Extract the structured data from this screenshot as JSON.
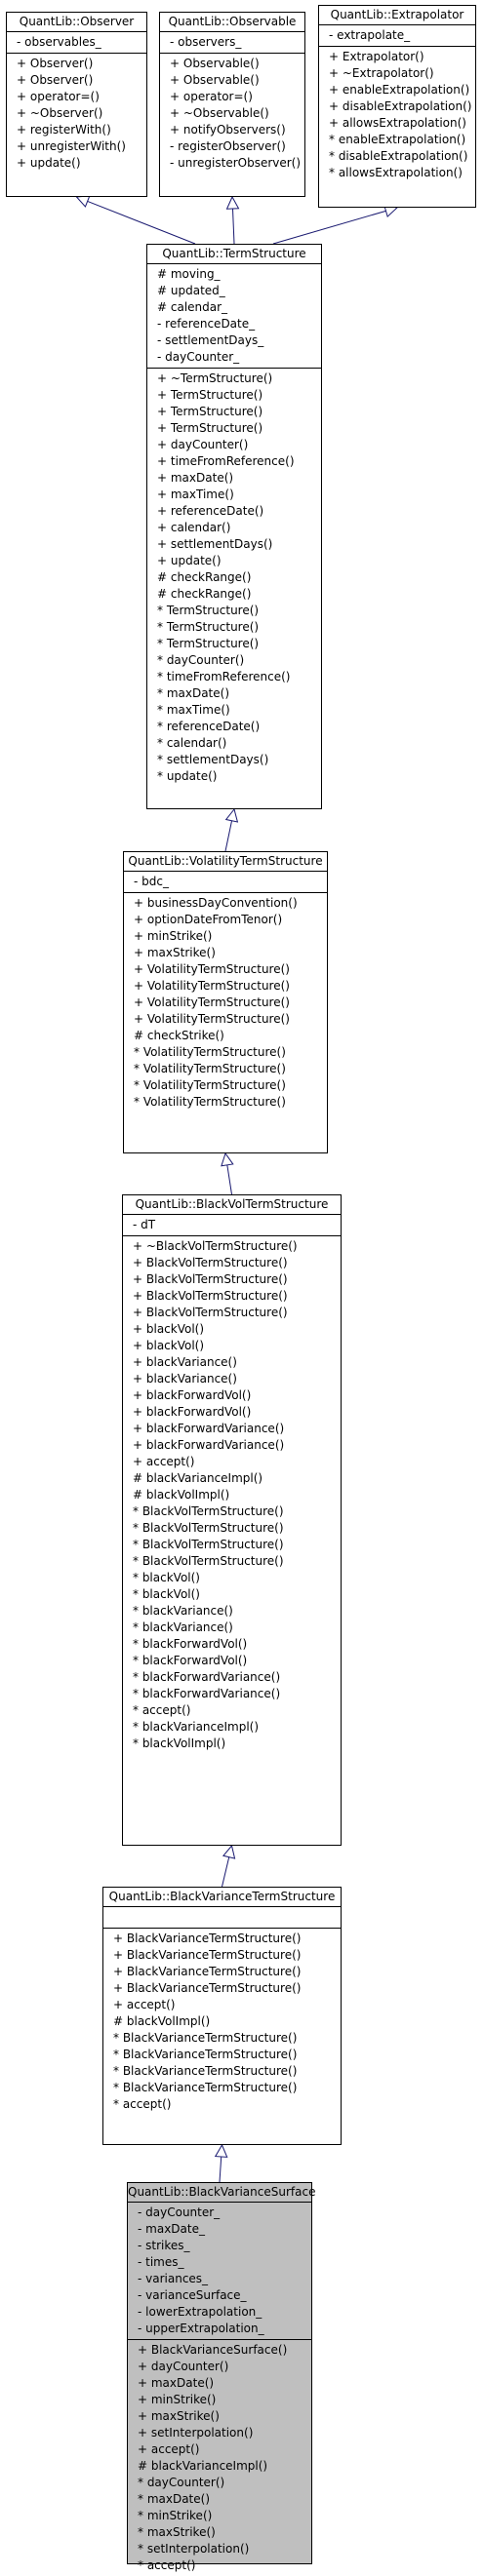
{
  "classes": [
    {
      "title": "QuantLib::Observer",
      "attributes": [
        "- observables_"
      ],
      "methods": [
        "+ Observer()",
        "+ Observer()",
        "+ operator=()",
        "+ ~Observer()",
        "+ registerWith()",
        "+ unregisterWith()",
        "+ update()"
      ]
    },
    {
      "title": "QuantLib::Observable",
      "attributes": [
        "- observers_"
      ],
      "methods": [
        "+ Observable()",
        "+ Observable()",
        "+ operator=()",
        "+ ~Observable()",
        "+ notifyObservers()",
        "- registerObserver()",
        "- unregisterObserver()"
      ]
    },
    {
      "title": "QuantLib::Extrapolator",
      "attributes": [
        "- extrapolate_"
      ],
      "methods": [
        "+ Extrapolator()",
        "+ ~Extrapolator()",
        "+ enableExtrapolation()",
        "+ disableExtrapolation()",
        "+ allowsExtrapolation()",
        "* enableExtrapolation()",
        "* disableExtrapolation()",
        "* allowsExtrapolation()"
      ]
    },
    {
      "title": "QuantLib::TermStructure",
      "attributes": [
        "# moving_",
        "# updated_",
        "# calendar_",
        "- referenceDate_",
        "- settlementDays_",
        "- dayCounter_"
      ],
      "methods": [
        "+ ~TermStructure()",
        "+ TermStructure()",
        "+ TermStructure()",
        "+ TermStructure()",
        "+ dayCounter()",
        "+ timeFromReference()",
        "+ maxDate()",
        "+ maxTime()",
        "+ referenceDate()",
        "+ calendar()",
        "+ settlementDays()",
        "+ update()",
        "# checkRange()",
        "# checkRange()",
        "* TermStructure()",
        "* TermStructure()",
        "* TermStructure()",
        "* dayCounter()",
        "* timeFromReference()",
        "* maxDate()",
        "* maxTime()",
        "* referenceDate()",
        "* calendar()",
        "* settlementDays()",
        "* update()"
      ]
    },
    {
      "title": "QuantLib::VolatilityTermStructure",
      "attributes": [
        "- bdc_"
      ],
      "methods": [
        "+ businessDayConvention()",
        "+ optionDateFromTenor()",
        "+ minStrike()",
        "+ maxStrike()",
        "+ VolatilityTermStructure()",
        "+ VolatilityTermStructure()",
        "+ VolatilityTermStructure()",
        "+ VolatilityTermStructure()",
        "# checkStrike()",
        "* VolatilityTermStructure()",
        "* VolatilityTermStructure()",
        "* VolatilityTermStructure()",
        "* VolatilityTermStructure()"
      ]
    },
    {
      "title": "QuantLib::BlackVolTermStructure",
      "attributes": [
        "- dT"
      ],
      "methods": [
        "+ ~BlackVolTermStructure()",
        "+ BlackVolTermStructure()",
        "+ BlackVolTermStructure()",
        "+ BlackVolTermStructure()",
        "+ BlackVolTermStructure()",
        "+ blackVol()",
        "+ blackVol()",
        "+ blackVariance()",
        "+ blackVariance()",
        "+ blackForwardVol()",
        "+ blackForwardVol()",
        "+ blackForwardVariance()",
        "+ blackForwardVariance()",
        "+ accept()",
        "# blackVarianceImpl()",
        "# blackVolImpl()",
        "* BlackVolTermStructure()",
        "* BlackVolTermStructure()",
        "* BlackVolTermStructure()",
        "* BlackVolTermStructure()",
        "* blackVol()",
        "* blackVol()",
        "* blackVariance()",
        "* blackVariance()",
        "* blackForwardVol()",
        "* blackForwardVol()",
        "* blackForwardVariance()",
        "* blackForwardVariance()",
        "* accept()",
        "* blackVarianceImpl()",
        "* blackVolImpl()"
      ]
    },
    {
      "title": "QuantLib::BlackVarianceTermStructure",
      "attributes": [],
      "methods": [
        "+ BlackVarianceTermStructure()",
        "+ BlackVarianceTermStructure()",
        "+ BlackVarianceTermStructure()",
        "+ BlackVarianceTermStructure()",
        "+ accept()",
        "# blackVolImpl()",
        "* BlackVarianceTermStructure()",
        "* BlackVarianceTermStructure()",
        "* BlackVarianceTermStructure()",
        "* BlackVarianceTermStructure()",
        "* accept()"
      ]
    },
    {
      "title": "QuantLib::BlackVarianceSurface",
      "attributes": [
        "- dayCounter_",
        "- maxDate_",
        "- strikes_",
        "- times_",
        "- variances_",
        "- varianceSurface_",
        "- lowerExtrapolation_",
        "- upperExtrapolation_"
      ],
      "methods": [
        "+ BlackVarianceSurface()",
        "+ dayCounter()",
        "+ maxDate()",
        "+ minStrike()",
        "+ maxStrike()",
        "+ setInterpolation()",
        "+ accept()",
        "# blackVarianceImpl()",
        "* dayCounter()",
        "* maxDate()",
        "* minStrike()",
        "* maxStrike()",
        "* setInterpolation()",
        "* accept()"
      ]
    }
  ],
  "colors": {
    "edge": "#191970",
    "highlight_fill": "#bfbfbf",
    "box_fill": "#ffffff"
  }
}
